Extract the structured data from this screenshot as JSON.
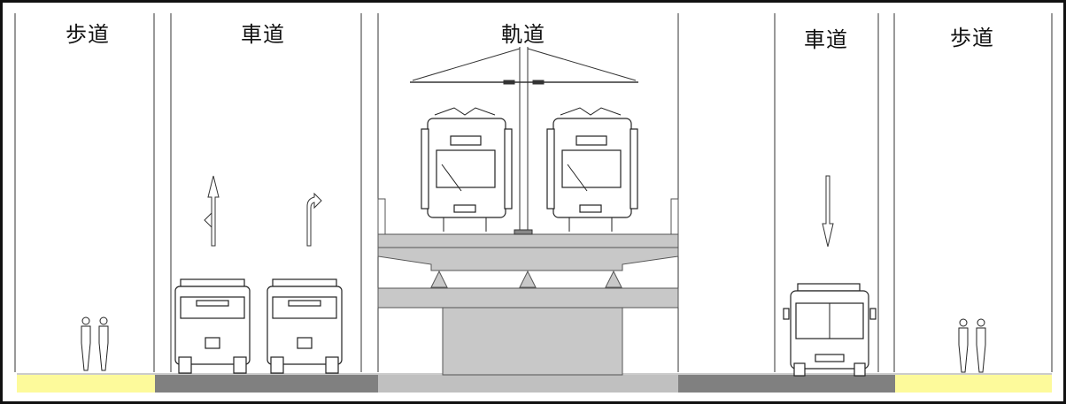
{
  "sections": [
    {
      "id": "sidewalk-left",
      "label": "歩道"
    },
    {
      "id": "roadway-left",
      "label": "車道"
    },
    {
      "id": "track",
      "label": "軌道"
    },
    {
      "id": "roadway-right",
      "label": "車道"
    },
    {
      "id": "sidewalk-right",
      "label": "歩道"
    }
  ],
  "colors": {
    "sidewalk": "#fdfa9b",
    "roadway": "#808080",
    "track": "#c0c0c0",
    "structure": "#c8c8c8"
  }
}
